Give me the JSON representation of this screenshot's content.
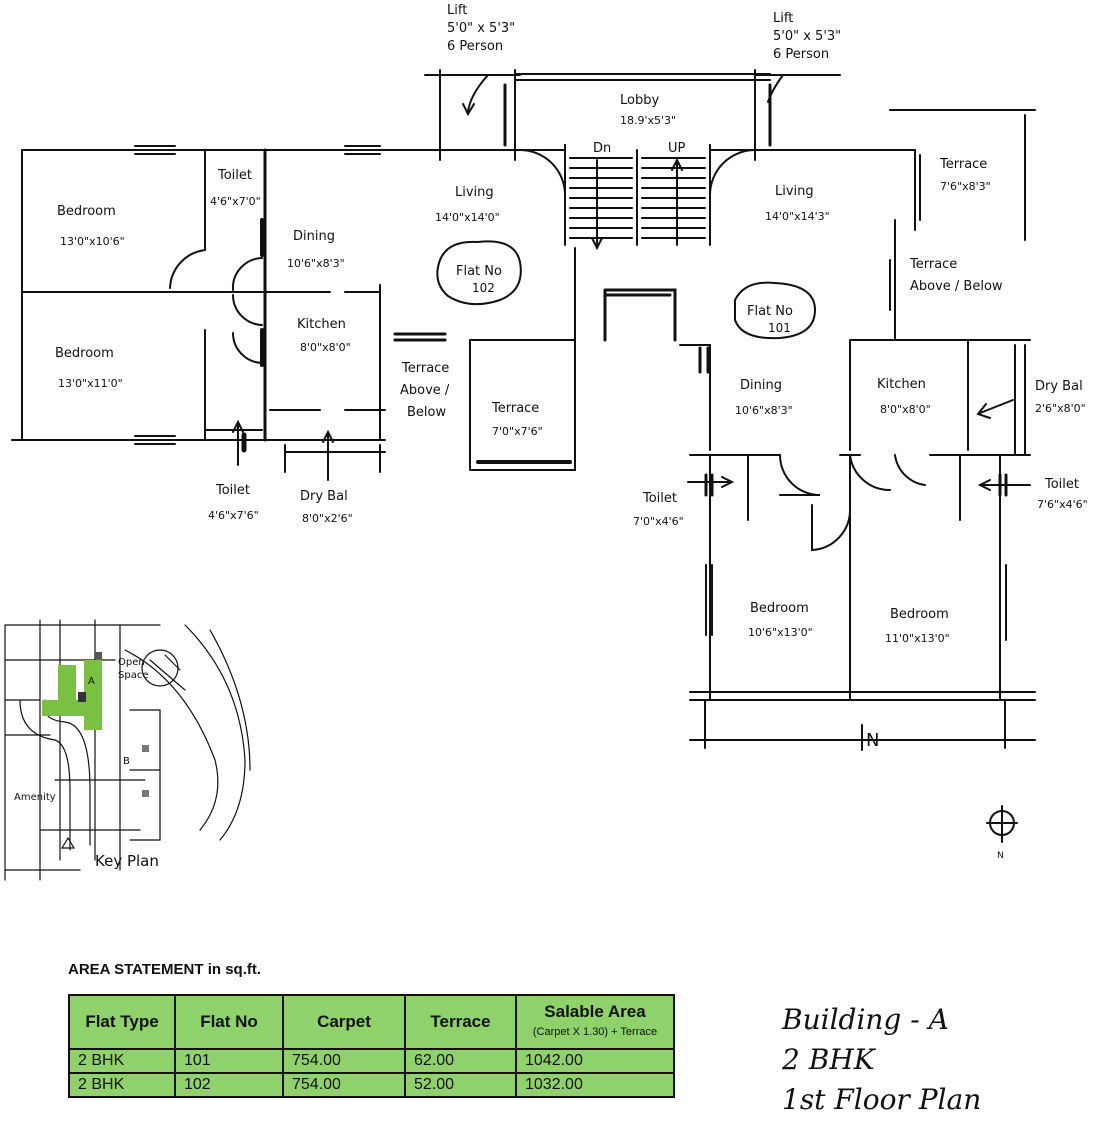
{
  "labels": {
    "lift_left": [
      "Lift",
      "5'0\" x 5'3\"",
      "6 Person"
    ],
    "lift_right": [
      "Lift",
      "5'0\" x 5'3\"",
      "6 Person"
    ],
    "lobby": [
      "Lobby",
      "18.9'x5'3\""
    ],
    "dn": "Dn",
    "up": "UP",
    "f102_living": [
      "Living",
      "14'0\"x14'0\""
    ],
    "f101_living": [
      "Living",
      "14'0\"x14'3\""
    ],
    "f102_bedroom1": [
      "Bedroom",
      "13'0\"x10'6\""
    ],
    "f102_bedroom2": [
      "Bedroom",
      "13'0\"x11'0\""
    ],
    "f102_toilet1": [
      "Toilet",
      "4'6\"x7'0\""
    ],
    "f102_toilet2": [
      "Toilet",
      "4'6\"x7'6\""
    ],
    "f102_dining": [
      "Dining",
      "10'6\"x8'3\""
    ],
    "f102_kitchen": [
      "Kitchen",
      "8'0\"x8'0\""
    ],
    "f102_drybal": [
      "Dry Bal",
      "8'0\"x2'6\""
    ],
    "f102_terrace_above": [
      "Terrace",
      "Above /",
      "Below"
    ],
    "f102_terrace": [
      "Terrace",
      "7'0\"x7'6\""
    ],
    "flat102": [
      "Flat No",
      "102"
    ],
    "flat101": [
      "Flat No",
      "101"
    ],
    "f101_terrace": [
      "Terrace",
      "7'6\"x8'3\""
    ],
    "f101_terrace_above": [
      "Terrace",
      "Above / Below"
    ],
    "f101_dining": [
      "Dining",
      "10'6\"x8'3\""
    ],
    "f101_kitchen": [
      "Kitchen",
      "8'0\"x8'0\""
    ],
    "f101_drybal": [
      "Dry Bal",
      "2'6\"x8'0\""
    ],
    "f101_toilet1": [
      "Toilet",
      "7'0\"x4'6\""
    ],
    "f101_toilet2": [
      "Toilet",
      "7'6\"x4'6\""
    ],
    "f101_bedroom1": [
      "Bedroom",
      "10'6\"x13'0\""
    ],
    "f101_bedroom2": [
      "Bedroom",
      "11'0\"x13'0\""
    ],
    "north": "N",
    "compass_n": "N",
    "key_open_space": [
      "Open",
      "Space"
    ],
    "key_a": "A",
    "key_b": "B",
    "key_amenity": "Amenity",
    "key_plan": "Key Plan"
  },
  "colors": {
    "key_highlight": "#7ac143",
    "table_fill": "#8fd16a"
  },
  "area_statement": {
    "title": "AREA STATEMENT in sq.ft.",
    "headers": [
      "Flat Type",
      "Flat No",
      "Carpet",
      "Terrace",
      "Salable Area"
    ],
    "salable_note": "(Carpet X 1.30) + Terrace",
    "rows": [
      [
        "2 BHK",
        "101",
        "754.00",
        "62.00",
        "1042.00"
      ],
      [
        "2 BHK",
        "102",
        "754.00",
        "52.00",
        "1032.00"
      ]
    ]
  },
  "title_block": [
    "Building - A",
    "2 BHK",
    "1st Floor Plan"
  ]
}
